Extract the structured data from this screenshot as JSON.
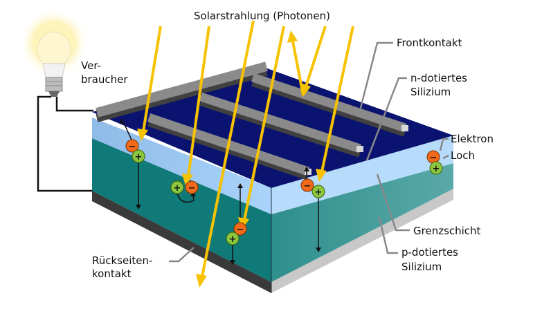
{
  "title": "Solarstrahlung (Photonen)",
  "labels": {
    "consumer_line1": "Ver-",
    "consumer_line2": "braucher",
    "front_contact": "Frontkontakt",
    "n_doped_line1": "n-dotiertes",
    "n_doped_line2": "Silizium",
    "electron": "Elektron",
    "hole": "Loch",
    "junction": "Grenzschicht",
    "p_doped_line1": "p-dotiertes",
    "p_doped_line2": "Silizium",
    "back_contact_line1": "Rückseiten-",
    "back_contact_line2": "kontakt"
  },
  "symbols": {
    "electron": "−",
    "hole": "+"
  },
  "colors": {
    "ray": "#f7c200",
    "surface": "#0a1470",
    "n_layer": "#9cc8f2",
    "p_layer": "#0f7a78",
    "contact": "#8a8a8a",
    "electron": "#f06a1a",
    "hole": "#8cc63f"
  }
}
